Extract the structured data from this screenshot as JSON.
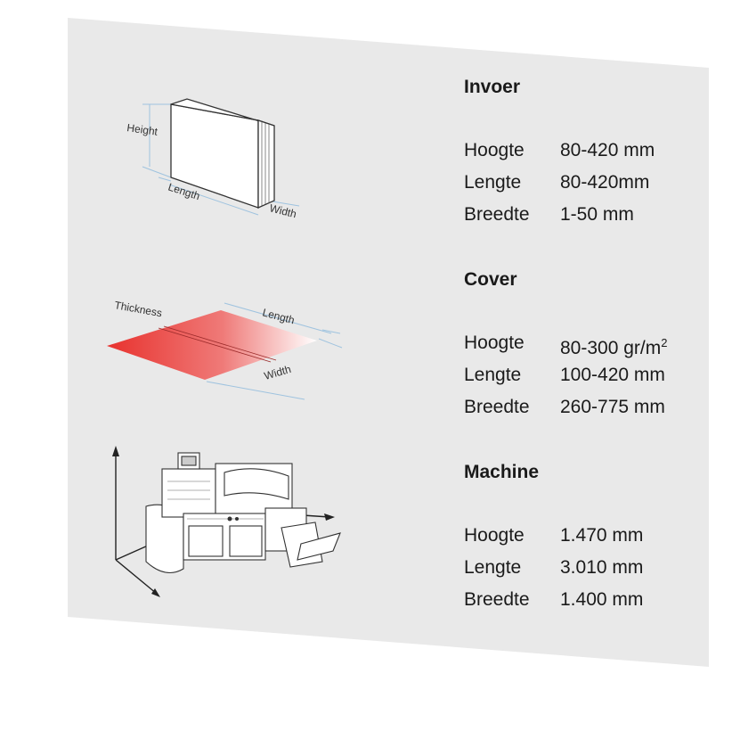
{
  "illustrations": {
    "block": {
      "height": "Height",
      "length": "Length",
      "width": "Width"
    },
    "cover": {
      "thickness": "Thickness",
      "length": "Length",
      "width": "Width",
      "accent_color": "#e8322e"
    },
    "machine": {}
  },
  "sections": [
    {
      "title": "Invoer",
      "rows": [
        {
          "label": "Hoogte",
          "value": "80-420 mm"
        },
        {
          "label": "Lengte",
          "value": "80-420mm"
        },
        {
          "label": "Breedte",
          "value": "1-50 mm"
        }
      ]
    },
    {
      "title": "Cover",
      "rows": [
        {
          "label": "Hoogte",
          "value": "80-300 gr/m",
          "value_sup": "2"
        },
        {
          "label": "Lengte",
          "value": "100-420 mm"
        },
        {
          "label": "Breedte",
          "value": "260-775 mm"
        }
      ]
    },
    {
      "title": "Machine",
      "rows": [
        {
          "label": "Hoogte",
          "value": "1.470 mm"
        },
        {
          "label": "Lengte",
          "value": "3.010 mm"
        },
        {
          "label": "Breedte",
          "value": "1.400 mm"
        }
      ]
    }
  ],
  "colors": {
    "panel": "#e9e9e9",
    "dimension_lines": "#9fc3df",
    "text": "#1a1a1a"
  }
}
